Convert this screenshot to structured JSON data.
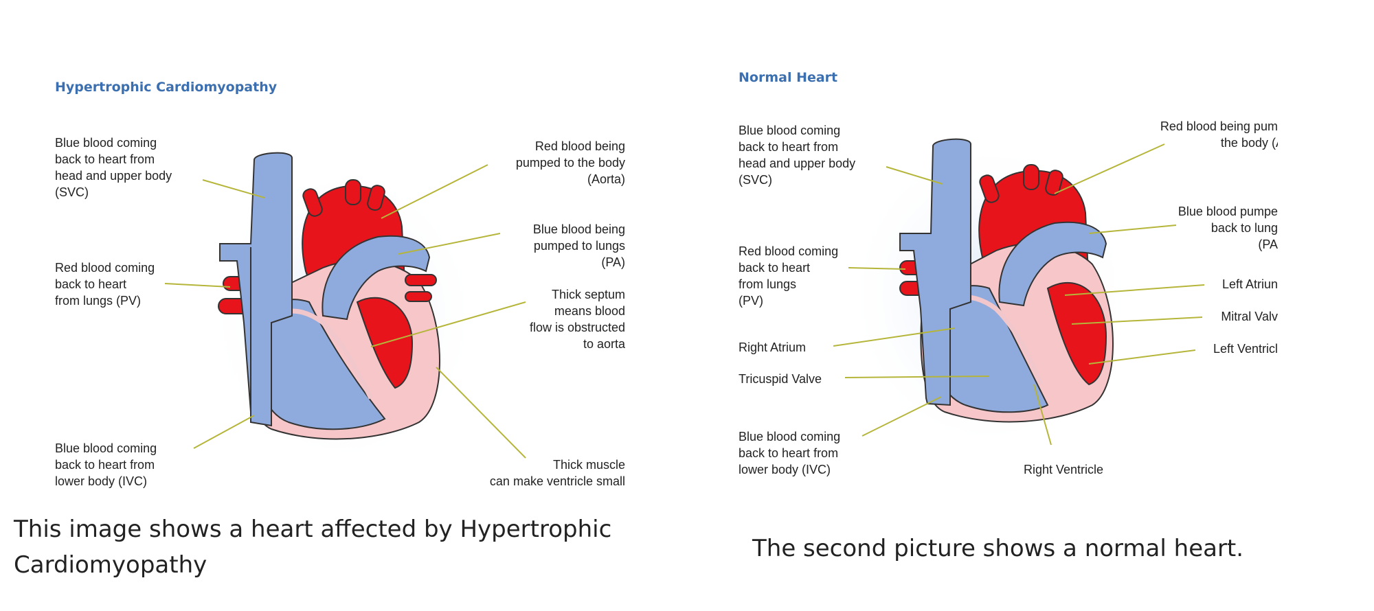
{
  "left": {
    "title": "Hypertrophic Cardiomyopathy",
    "labels": {
      "svc": "Blue blood coming\nback to heart from\nhead and upper body\n(SVC)",
      "pv": "Red blood coming\nback to heart\nfrom lungs (PV)",
      "ivc": "Blue blood coming\nback to heart from\nlower body (IVC)",
      "aorta": "Red blood being\npumped to the body\n(Aorta)",
      "pa": "Blue blood being\npumped to lungs\n(PA)",
      "septum": "Thick septum\nmeans blood\nflow is obstructed\nto aorta",
      "muscle": "Thick muscle\ncan make ventricle small"
    },
    "caption": "This image shows a heart affected by Hypertrophic Cardiomyopathy"
  },
  "right": {
    "title": "Normal Heart",
    "labels": {
      "svc": "Blue blood coming\nback to heart from\nhead and upper body\n(SVC)",
      "pv": "Red blood coming\nback to heart\nfrom lungs\n(PV)",
      "right_atrium": "Right Atrium",
      "tricuspid": "Tricuspid Valve",
      "ivc": "Blue blood coming\nback to heart from\nlower body (IVC)",
      "aorta": "Red blood being pumped t\nthe body (Aorta",
      "pa": "Blue blood pumpe\nback to lung\n(PA",
      "left_atrium": "Left Atriun",
      "mitral": "Mitral Valv",
      "left_ventricle": "Left Ventricl",
      "right_ventricle": "Right Ventricle"
    },
    "caption": "The second picture shows a normal heart."
  },
  "colors": {
    "blue_blood": "#8faadc",
    "red_blood": "#e8141b",
    "muscle_pink": "#f7c6c9",
    "leader_line": "#b5b53a",
    "title_blue": "#3b6fb0"
  }
}
